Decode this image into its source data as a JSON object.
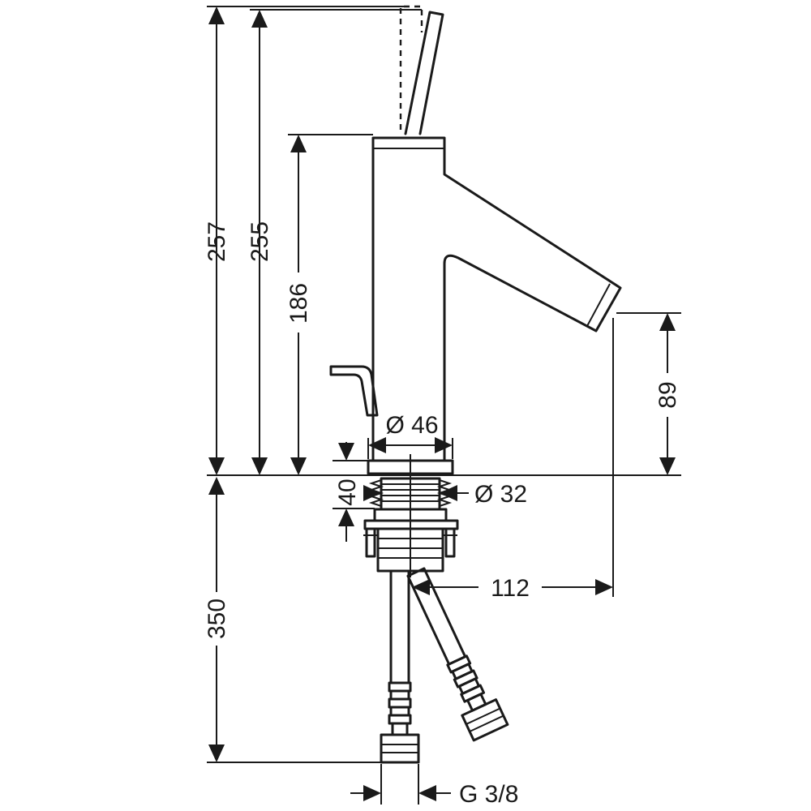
{
  "dimensions": {
    "total_height": "257",
    "lever_height": "255",
    "body_height": "186",
    "spout_height": "89",
    "body_diameter": "Ø 46",
    "shank_diameter": "Ø 32",
    "max_counter_thickness": "40",
    "hose_length": "350",
    "spout_reach": "112",
    "connection_thread": "G 3/8"
  }
}
